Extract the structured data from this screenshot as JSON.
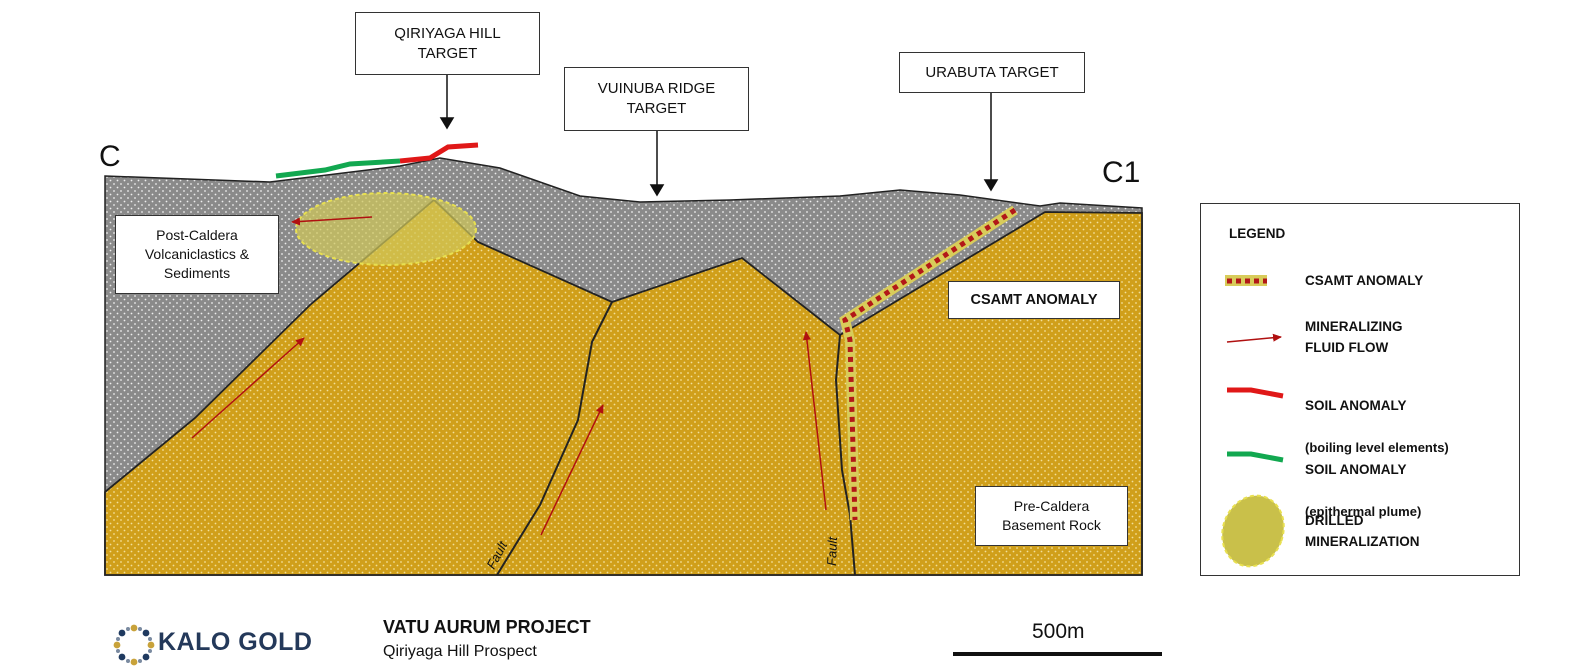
{
  "section": {
    "start_label": "C",
    "end_label": "C1"
  },
  "targets": [
    {
      "id": "qiriyaga",
      "label": "QIRIYAGA HILL\nTARGET"
    },
    {
      "id": "vuinuba",
      "label": "VUINUBA RIDGE\nTARGET"
    },
    {
      "id": "urabuta",
      "label": "URABUTA TARGET"
    }
  ],
  "units": {
    "post_caldera": "Post-Caldera\nVolcaniclastics &\nSediments",
    "pre_caldera": "Pre-Caldera\nBasement Rock",
    "csamt_box": "CSAMT ANOMALY"
  },
  "faults": [
    "Fault",
    "Fault"
  ],
  "legend": {
    "title": "LEGEND",
    "items": [
      {
        "label": "CSAMT ANOMALY",
        "sub": ""
      },
      {
        "label": "MINERALIZING\nFLUID FLOW",
        "sub": ""
      },
      {
        "label": "SOIL ANOMALY",
        "sub": "(boiling level elements)"
      },
      {
        "label": "SOIL ANOMALY",
        "sub": "(epithermal plume)"
      },
      {
        "label": "DRILLED\nMINERALIZATION",
        "sub": ""
      }
    ]
  },
  "footer": {
    "company": "KALO GOLD",
    "project": "VATU AURUM PROJECT",
    "prospect": "Qiriyaga Hill Prospect",
    "scale": "500m"
  },
  "colors": {
    "volcanic_grey": "#8a8a8a",
    "basement_gold": "#d09f1a",
    "soil_red": "#e01818",
    "soil_green": "#12a850",
    "arrow": "#b01010",
    "csamt": "#b21818",
    "drilled": "#c9c04a"
  }
}
